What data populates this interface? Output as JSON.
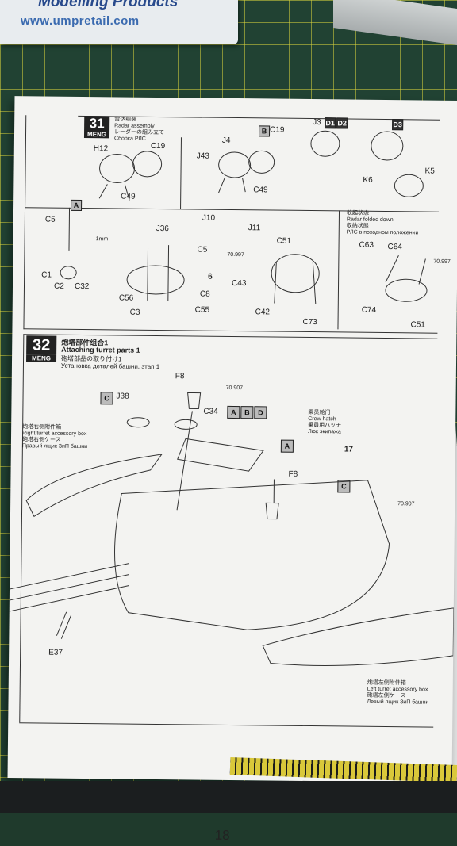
{
  "promo_card": {
    "title": "Modelling Products",
    "url": "www.umpretail.com"
  },
  "step31": {
    "number": "31",
    "brand": "MENG",
    "title_cn": "雷达组装",
    "title_en": "Radar assembly",
    "title_jp": "レーダーの組み立て",
    "title_ru": "Сборка РЛС",
    "labels": {
      "h12": "H12",
      "c19a": "C19",
      "c49a": "C49",
      "j43": "J43",
      "j4": "J4",
      "b": "B",
      "c19b": "C19",
      "c49b": "C49",
      "j3": "J3",
      "d1": "D1",
      "d2": "D2",
      "d3": "D3",
      "k6": "K6",
      "k5": "K5",
      "a": "A",
      "c5a": "C5",
      "mm": "1mm",
      "d_j36": "J36",
      "j10": "J10",
      "j11": "J11",
      "c5b": "C5",
      "c1": "C1",
      "c2": "C2",
      "c32": "C32",
      "w6": "6",
      "c56": "C56",
      "c8": "C8",
      "c3": "C3",
      "c55": "C55",
      "c51a": "C51",
      "paint1": "70.997",
      "c43": "C43",
      "c42": "C42",
      "c73": "C73",
      "c63": "C63",
      "c64": "C64",
      "paint2": "70.997",
      "c74": "C74",
      "c51b": "C51"
    },
    "folded_cn": "收起状态",
    "folded_en": "Radar folded down",
    "folded_jp": "収納状態",
    "folded_ru": "РЛС в походном положении"
  },
  "step32": {
    "number": "32",
    "brand": "MENG",
    "title_cn": "炮塔部件组合1",
    "title_en": "Attaching turret parts 1",
    "title_jp": "砲塔部品の取り付け1",
    "title_ru": "Установка деталей башни, этап 1",
    "f8a": "F8",
    "paint_a": "70.907",
    "c_j38": "J38",
    "c34": "C34",
    "abd": [
      "A",
      "B",
      "D"
    ],
    "crew_cn": "乘员舱门",
    "crew_en": "Crew hatch",
    "crew_jp": "乗員用ハッチ",
    "crew_ru": "Люк экипажа",
    "right_box_cn": "炮塔右侧附件箱",
    "right_box_en": "Right turret accessory box",
    "right_box_jp": "砲塔右側ケース",
    "right_box_ru": "Правый ящик ЗиП башни",
    "a": "A",
    "w17": "17",
    "f8b": "F8",
    "c": "C",
    "paint_b": "70.907",
    "e37": "E37",
    "left_box_cn": "炮塔左侧附件箱",
    "left_box_en": "Left turret accessory box",
    "left_box_jp": "砲塔左側ケース",
    "left_box_ru": "Левый ящик ЗиП башни"
  },
  "page_number": "18"
}
